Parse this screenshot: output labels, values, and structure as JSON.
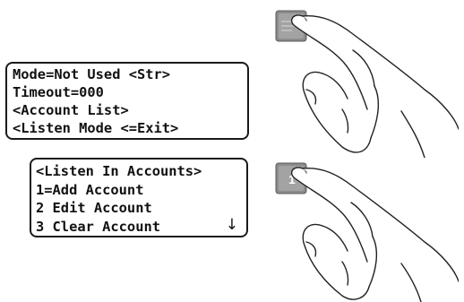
{
  "screens": {
    "menu": {
      "lines": [
        "Mode=Not Used <Str>",
        "Timeout=000",
        "<Account List>",
        "<Listen Mode <=Exit>"
      ]
    },
    "listen_accounts": {
      "lines": [
        "<Listen In Accounts>",
        "1=Add Account",
        "2 Edit Account",
        "3 Clear Account"
      ],
      "scroll_indicator": "↓"
    }
  },
  "keys": {
    "enter_key": {
      "icon": "enter-key-icon"
    },
    "one_key": {
      "label": "1",
      "icon": "number-key-icon"
    }
  },
  "colors": {
    "lcd_border": "#1a1a1a",
    "key_gray": "#8c8c8c",
    "hand_outline": "#222222"
  }
}
